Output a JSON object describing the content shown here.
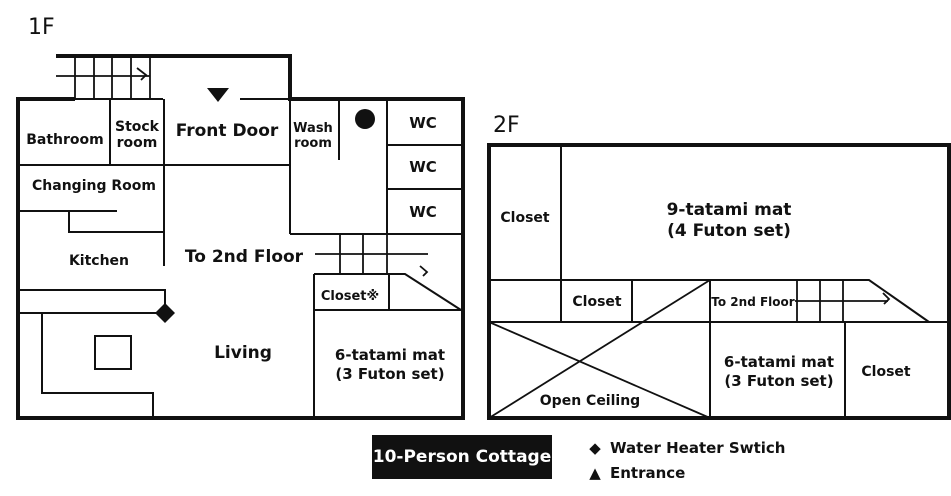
{
  "floors": {
    "first": {
      "label": "1F",
      "rooms": {
        "bathroom": "Bathroom",
        "stock_line1": "Stock",
        "stock_line2": "room",
        "front_door": "Front Door",
        "wash_line1": "Wash",
        "wash_line2": "room",
        "wc1": "WC",
        "wc2": "WC",
        "wc3": "WC",
        "changing_room": "Changing Room",
        "kitchen": "Kitchen",
        "to_2nd_floor": "To 2nd Floor",
        "closet": "Closet※",
        "living": "Living",
        "tatami_line1": "6-tatami mat",
        "tatami_line2": "(3 Futon set)"
      }
    },
    "second": {
      "label": "2F",
      "rooms": {
        "closet_left": "Closet",
        "tatami9_line1": "9-tatami mat",
        "tatami9_line2": "(4 Futon set)",
        "closet_mid": "Closet",
        "to_2nd_floor": "To 2nd Floor",
        "open_ceiling": "Open Ceiling",
        "tatami6_line1": "6-tatami mat",
        "tatami6_line2": "(3 Futon set)",
        "closet_right": "Closet"
      }
    }
  },
  "badge": "10-Person Cottage",
  "legend": {
    "water_heater": {
      "symbol": "◆",
      "label": "Water Heater Swtich"
    },
    "entrance": {
      "symbol": "▲",
      "label": "Entrance"
    }
  }
}
